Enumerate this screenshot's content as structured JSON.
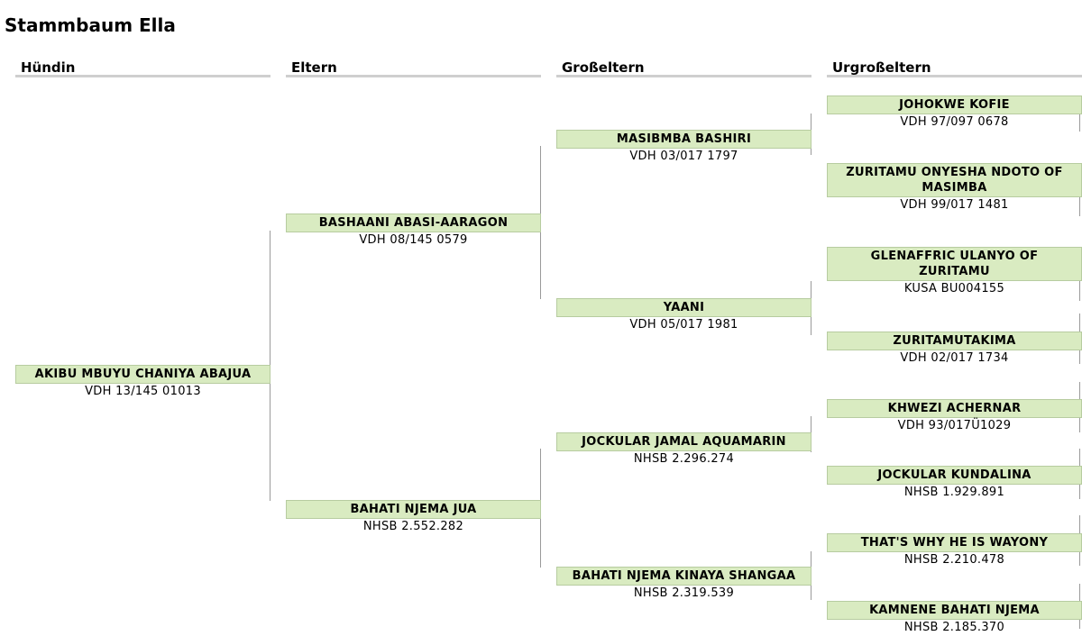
{
  "title": "Stammbaum Ella",
  "columns": [
    "Hündin",
    "Eltern",
    "Großeltern",
    "Urgroßeltern"
  ],
  "dog": {
    "name": "AKIBU MBUYU CHANIYA ABAJUA",
    "reg": "VDH 13/145 01013"
  },
  "parents": [
    {
      "name": "BASHAANI ABASI-AARAGON",
      "reg": "VDH 08/145 0579"
    },
    {
      "name": "BAHATI NJEMA JUA",
      "reg": "NHSB 2.552.282"
    }
  ],
  "grandparents": [
    {
      "name": "MASIBMBA BASHIRI",
      "reg": "VDH 03/017 1797"
    },
    {
      "name": "YAANI",
      "reg": "VDH 05/017 1981"
    },
    {
      "name": "JOCKULAR JAMAL AQUAMARIN",
      "reg": "NHSB 2.296.274"
    },
    {
      "name": "BAHATI NJEMA KINAYA SHANGAA",
      "reg": "NHSB 2.319.539"
    }
  ],
  "great_grandparents": [
    {
      "name": "JOHOKWE KOFIE",
      "reg": "VDH 97/097 0678"
    },
    {
      "name": "ZURITAMU ONYESHA NDOTO OF MASIMBA",
      "reg": "VDH 99/017 1481"
    },
    {
      "name": "GLENAFFRIC ULANYO OF ZURITAMU",
      "reg": "KUSA BU004155"
    },
    {
      "name": "ZURITAMUTAKIMA",
      "reg": "VDH 02/017 1734"
    },
    {
      "name": "KHWEZI ACHERNAR",
      "reg": "VDH 93/017Ü1029"
    },
    {
      "name": "JOCKULAR KUNDALINA",
      "reg": "NHSB 1.929.891"
    },
    {
      "name": "THAT'S WHY HE IS WAYONY",
      "reg": "NHSB 2.210.478"
    },
    {
      "name": "KAMNENE BAHATI NJEMA",
      "reg": "NHSB 2.185.370"
    }
  ]
}
